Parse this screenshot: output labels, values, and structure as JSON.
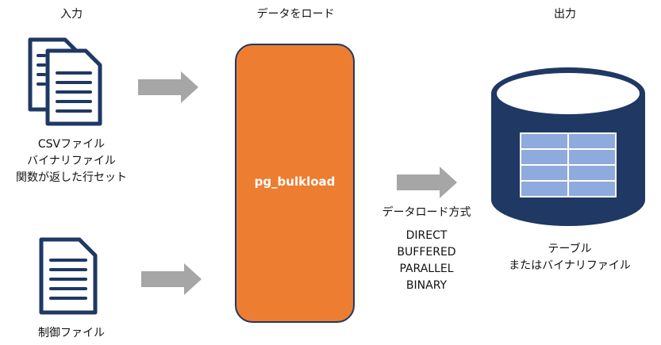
{
  "headers": {
    "input": "入力",
    "load": "データをロード",
    "output": "出力"
  },
  "input_files": {
    "lines": [
      "CSVファイル",
      "バイナリファイル",
      "関数が返した行セット"
    ]
  },
  "control_file": {
    "label": "制御ファイル"
  },
  "loader": {
    "label": "pg_bulkload",
    "color": "#ed7d31"
  },
  "load_methods": {
    "title": "データロード方式",
    "items": [
      "DIRECT",
      "BUFFERED",
      "PARALLEL",
      "BINARY"
    ]
  },
  "output": {
    "lines": [
      "テーブル",
      "またはバイナリファイル"
    ]
  },
  "colors": {
    "navy": "#1f3864",
    "arrow": "#a6a6a6",
    "table_cell": "#8faadc"
  },
  "icons": [
    "documents-icon",
    "document-icon",
    "database-icon",
    "arrow-right-icon"
  ]
}
